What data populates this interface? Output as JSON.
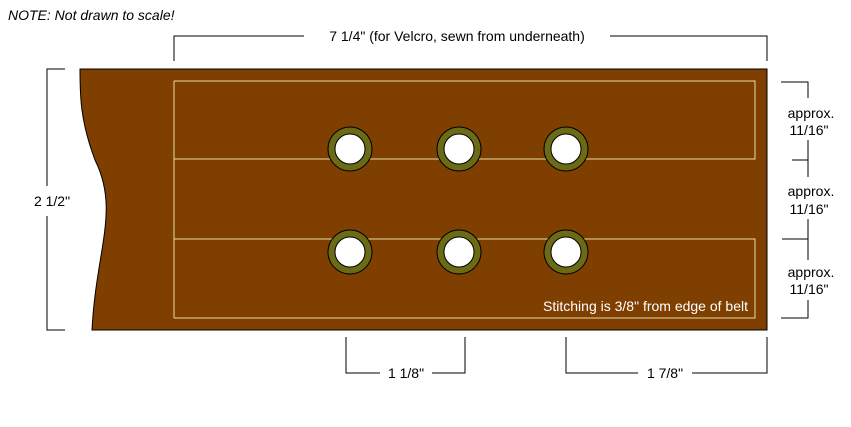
{
  "note": "NOTE:  Not drawn to scale!",
  "dimensions": {
    "top_length": "7 1/4\" (for Velcro, sewn from underneath)",
    "height": "2 1/2\"",
    "grommet_spacing": "1 1/8\"",
    "end_offset": "1 7/8\"",
    "row_spacing_1": [
      "approx.",
      "11/16\""
    ],
    "row_spacing_2": [
      "approx.",
      "11/16\""
    ],
    "row_spacing_3": [
      "approx.",
      "11/16\""
    ]
  },
  "stitching_note": "Stitching is 3/8\" from edge of belt",
  "colors": {
    "belt": "#7f3f00",
    "stitching": "#e8dca0",
    "grommet_ring": "#6b6b16",
    "grommet_hole": "#ffffff",
    "outline": "#000000"
  },
  "grommet_rows": 2,
  "grommets_per_row": 3
}
